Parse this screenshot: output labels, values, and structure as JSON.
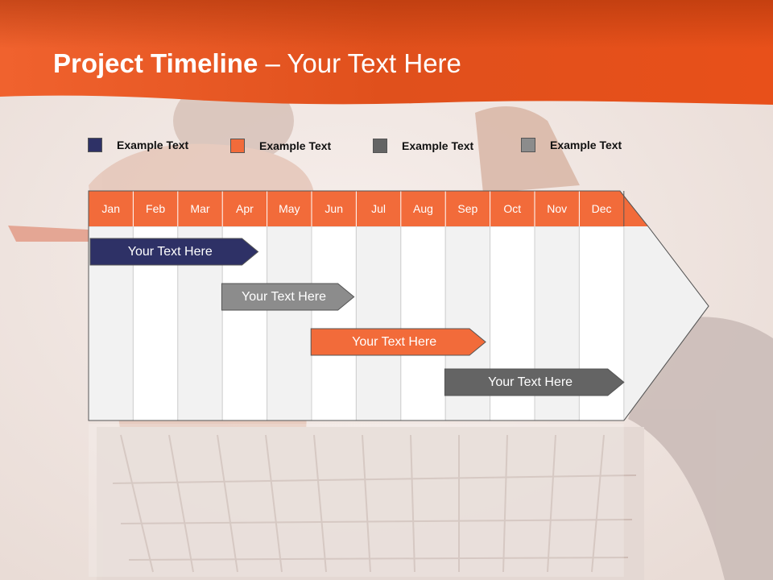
{
  "title": {
    "bold": "Project Timeline",
    "rest": " – Your Text Here"
  },
  "colors": {
    "navy": "#2e3166",
    "orange": "#f26b3a",
    "dark_gray": "#646464",
    "gray": "#8c8c8c"
  },
  "legend": [
    {
      "label": "Example Text",
      "color": "#2e3166"
    },
    {
      "label": "Example Text",
      "color": "#f26b3a"
    },
    {
      "label": "Example Text",
      "color": "#646464"
    },
    {
      "label": "Example Text",
      "color": "#8c8c8c"
    }
  ],
  "months": [
    "Jan",
    "Feb",
    "Mar",
    "Apr",
    "May",
    "Jun",
    "Jul",
    "Aug",
    "Sep",
    "Oct",
    "Nov",
    "Dec"
  ],
  "tasks": [
    {
      "label": "Your  Text Here",
      "start": 0,
      "end": 3.8,
      "color": "#2e3166"
    },
    {
      "label": "Your  Text Here",
      "start": 2.95,
      "end": 5.95,
      "color": "#8c8c8c"
    },
    {
      "label": "Your  Text Here",
      "start": 4.95,
      "end": 8.9,
      "color": "#f26b3a"
    },
    {
      "label": "Your  Text Here",
      "start": 7.95,
      "end": 12.0,
      "color": "#646464"
    }
  ]
}
